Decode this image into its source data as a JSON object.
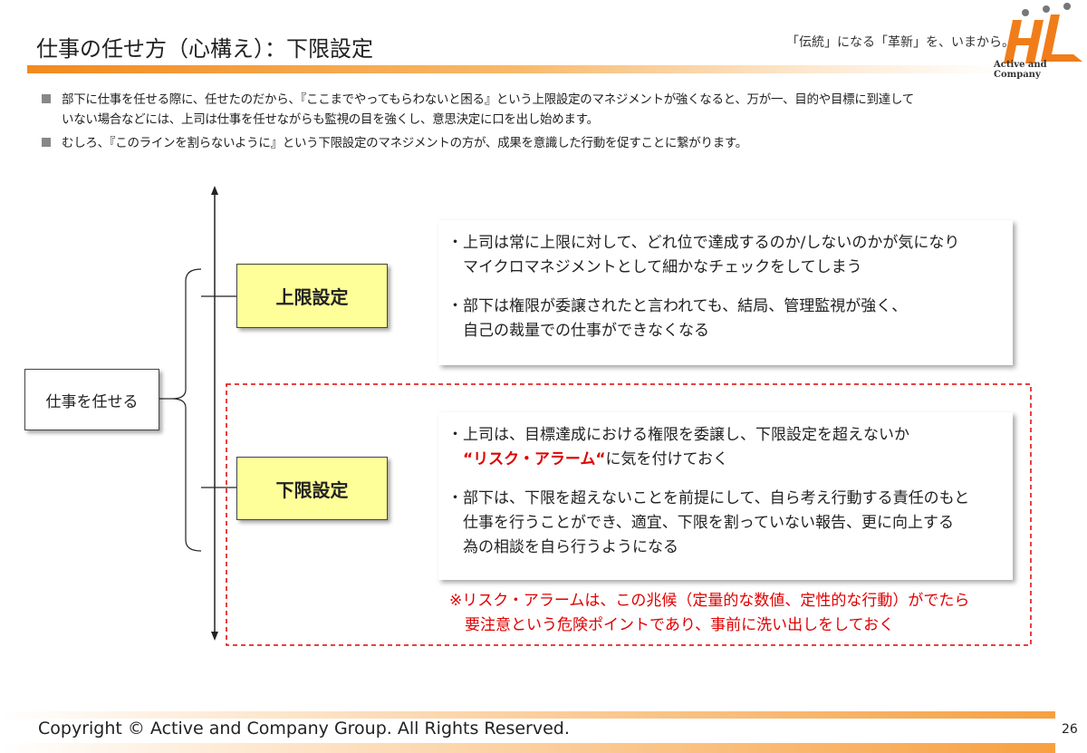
{
  "header": {
    "title": "仕事の任せ方（心構え）：下限設定",
    "tagline": "「伝統」になる「革新」を、いまから。",
    "logo_text": "Active and Company",
    "brand_color": "#f07d1a"
  },
  "bullets": [
    {
      "line1": "部下に仕事を任せる際に、任せたのだから、『ここまでやってもらわないと困る』という上限設定のマネジメントが強くなると、万が一、目的や目標に到達して",
      "line2": "いない場合などには、上司は仕事を任せながらも監視の目を強くし、意思決定に口を出し始めます。"
    },
    {
      "line1": "むしろ、『このラインを割らないように』という下限設定のマネジメントの方が、成果を意識した行動を促すことに繋がります。"
    }
  ],
  "diagram": {
    "root": "仕事を任せる",
    "upper": {
      "label": "上限設定",
      "points": [
        [
          "・上司は常に上限に対して、どれ位で達成するのか/しないのかが気になり",
          "　マイクロマネジメントとして細かなチェックをしてしまう"
        ],
        [
          "・部下は権限が委譲されたと言われても、結局、管理監視が強く、",
          "　自己の裁量での仕事ができなくなる"
        ]
      ]
    },
    "lower": {
      "label": "下限設定",
      "p1a": "・上司は、目標達成における権限を委譲し、下限設定を超えないか",
      "p1_alarm": "“リスク・アラーム“",
      "p1_rest": "に気を付けておく",
      "p2": [
        "・部下は、下限を超えないことを前提にして、自ら考え行動する責任のもと",
        "　仕事を行うことができ、適宜、下限を割っていない報告、更に向上する",
        "　為の相談を自ら行うようになる"
      ]
    },
    "note": [
      "※リスク・アラームは、この兆候（定量的な数値、定性的な行動）がでたら",
      "　要注意という危険ポイントであり、事前に洗い出しをしておく"
    ]
  },
  "footer": {
    "copyright": "Copyright © Active and Company Group. All Rights Reserved.",
    "page": "26"
  }
}
